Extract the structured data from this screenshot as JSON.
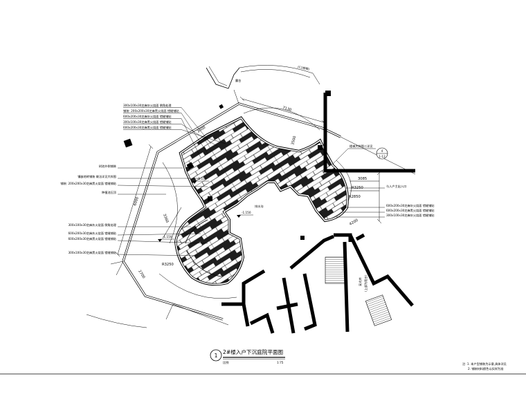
{
  "title_block": {
    "number": "1",
    "title": "2#楼入户下沉庭院平面图",
    "scale_label": "比例",
    "scale": "1:75"
  },
  "notes": [
    "注: 1. 本户型铺装为示意,具体详见",
    "2. 铺装材料颜色以实样为准"
  ],
  "callouts_top_left": [
    "300x100x30芝麻灰火烧面 倒角处理",
    "铺装: 200x200x30芝麻黑火烧面 错缝铺贴",
    "600x200x30芝麻灰火烧面 错缝铺贴",
    "300x100x30芝麻黑火烧面 错缝铺贴",
    "600x200x30芝麻黑火烧面 错缝铺贴"
  ],
  "callouts_left": [
    "树池外侧铺装",
    "镶嵌地砖铺装 做法详见大样图",
    "铺装: 200x200x30芝麻黑火烧面 错缝铺贴",
    "种植池压顶",
    "300x100x30芝麻灰火烧面 倒角处理",
    "600x200x30芝麻灰火烧面 错缝铺贴",
    "600x200x30芝麻黑火烧面 错缝铺贴",
    "300x100x30芝麻黑火烧面 错缝铺贴"
  ],
  "callouts_right": [
    "与入户主出入口",
    "600x200x30芝麻灰火烧面 错缝铺贴",
    "600x200x30芝麻黑火烧面 错缝铺贴",
    "300x100x30芝麻灰火烧面 错缝铺贴"
  ],
  "dimensions": [
    "7130",
    "3000",
    "3500",
    "3085",
    "R3250",
    "R2850",
    "4200",
    "3360",
    "6000",
    "R3250",
    "2700"
  ],
  "elevations": [
    "-1.150",
    "-1.150",
    "-1.150"
  ],
  "labels": {
    "stair_detail_ref": "楼梯大样图二详见",
    "detail_marker_top": "4",
    "detail_marker_bottom": "1-12",
    "drain": "排水沟",
    "terrace": "露台",
    "building_ref": "(C1栋楼)",
    "lightwell_1": "采光井",
    "lightwell_2": "(上部为阳台)"
  },
  "colors": {
    "line": "#000000",
    "paper": "#ffffff",
    "dark_tile": "#1e1e1e"
  }
}
